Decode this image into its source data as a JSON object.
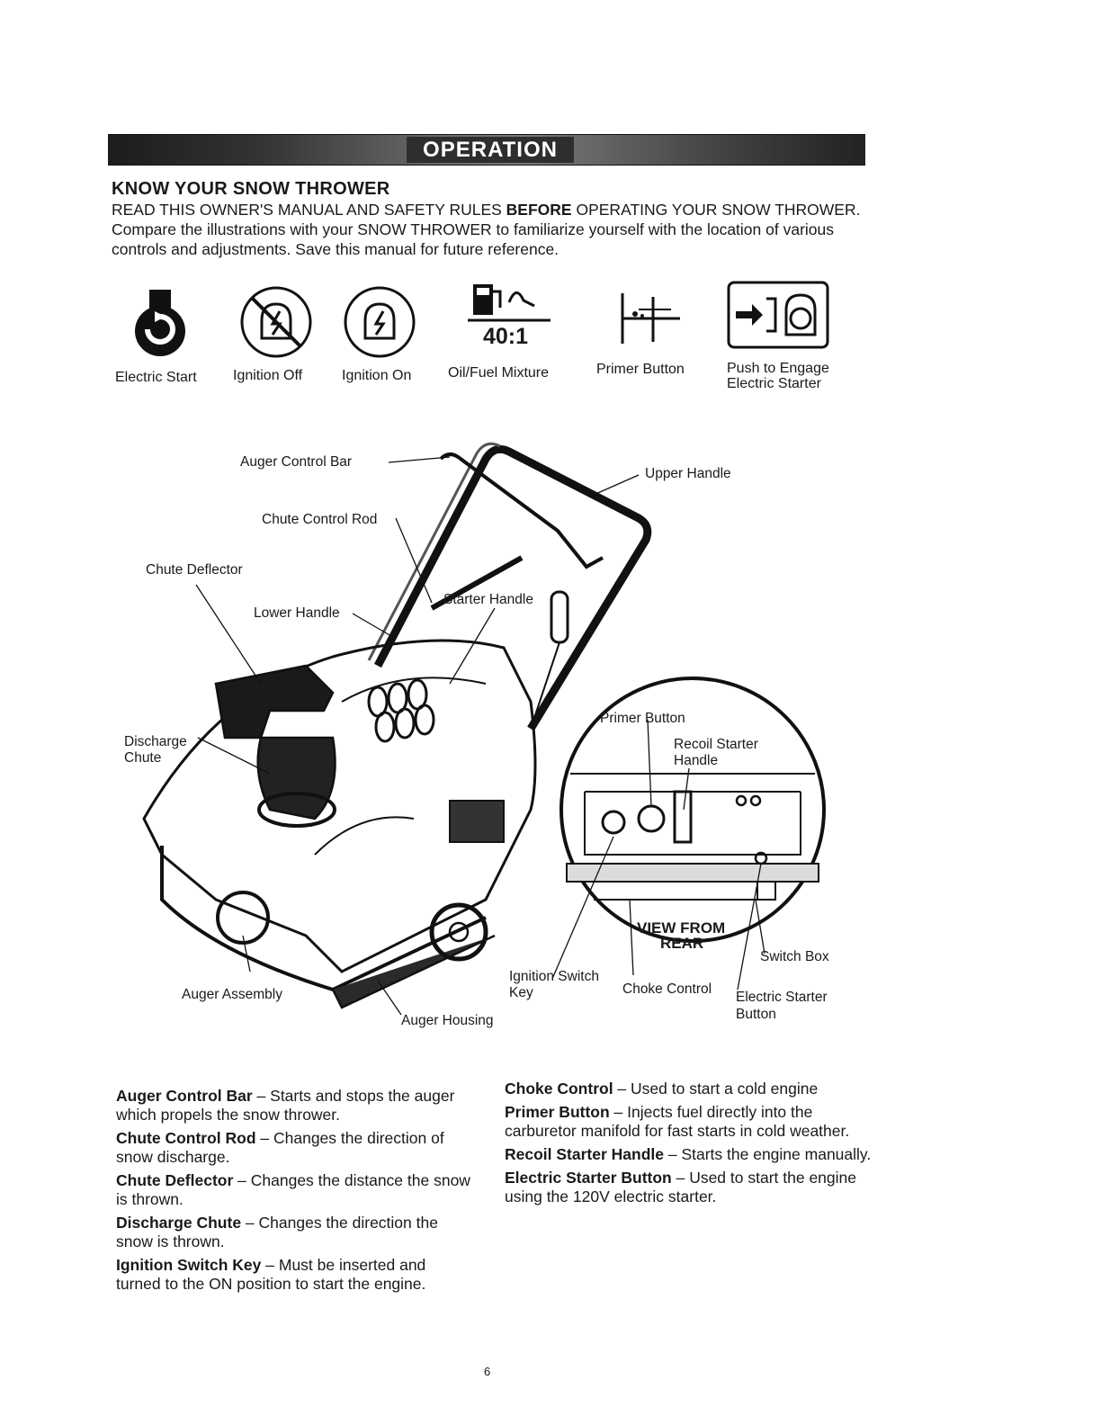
{
  "header": {
    "title": "OPERATION"
  },
  "section": {
    "heading": "KNOW YOUR SNOW THROWER",
    "intro_part1": "READ THIS OWNER'S MANUAL AND SAFETY RULES ",
    "intro_bold": "BEFORE",
    "intro_part2": " OPERATING YOUR SNOW THROWER. Compare the illustrations with your SNOW THROWER  to familiarize yourself with the location of various controls and adjustments. Save this manual for future reference."
  },
  "symbols": {
    "electric_start": "Electric Start",
    "ignition_off": "Ignition Off",
    "ignition_on": "Ignition On",
    "oil_fuel_ratio": "40:1",
    "oil_fuel": "Oil/Fuel Mixture",
    "primer": "Primer Button",
    "push_line1": "Push to Engage",
    "push_line2": "Electric Starter"
  },
  "diagram_labels": {
    "auger_control_bar": "Auger Control Bar",
    "upper_handle": "Upper Handle",
    "chute_control_rod": "Chute Control Rod",
    "chute_deflector": "Chute Deflector",
    "lower_handle": "Lower Handle",
    "starter_handle": "Starter Handle",
    "discharge_line1": "Discharge",
    "discharge_line2": "Chute",
    "primer_button": "Primer Button",
    "recoil_line1": "Recoil Starter",
    "recoil_line2": "Handle",
    "view_line1": "VIEW FROM",
    "view_line2": "REAR",
    "switch_box": "Switch Box",
    "ignition_line1": "Ignition Switch",
    "ignition_line2": "Key",
    "choke_control": "Choke Control",
    "electric_button_line1": "Electric Starter",
    "electric_button_line2": "Button",
    "auger_assembly": "Auger Assembly",
    "auger_housing": "Auger Housing"
  },
  "descriptions": {
    "left": [
      {
        "term": "Auger Control Bar",
        "text": " – Starts and stops the auger which propels the snow thrower."
      },
      {
        "term": "Chute Control Rod",
        "text": " – Changes the direction of snow discharge."
      },
      {
        "term": "Chute Deflector",
        "text": " – Changes the distance the snow is thrown."
      },
      {
        "term": "Discharge Chute",
        "text": " – Changes the direction the snow is thrown."
      },
      {
        "term": "Ignition Switch Key",
        "text": " – Must be inserted and turned to the ON position to start the engine."
      }
    ],
    "right": [
      {
        "term": "Choke Control",
        "text": " – Used to start a cold engine"
      },
      {
        "term": "Primer Button",
        "text": " – Injects fuel directly into the carburetor manifold for fast starts in cold weather."
      },
      {
        "term": "Recoil Starter Handle",
        "text": " – Starts the engine manually."
      },
      {
        "term": "Electric Starter Button",
        "text": " – Used to start the engine using the 120V electric starter."
      }
    ]
  },
  "footer": {
    "page_number": "6"
  }
}
